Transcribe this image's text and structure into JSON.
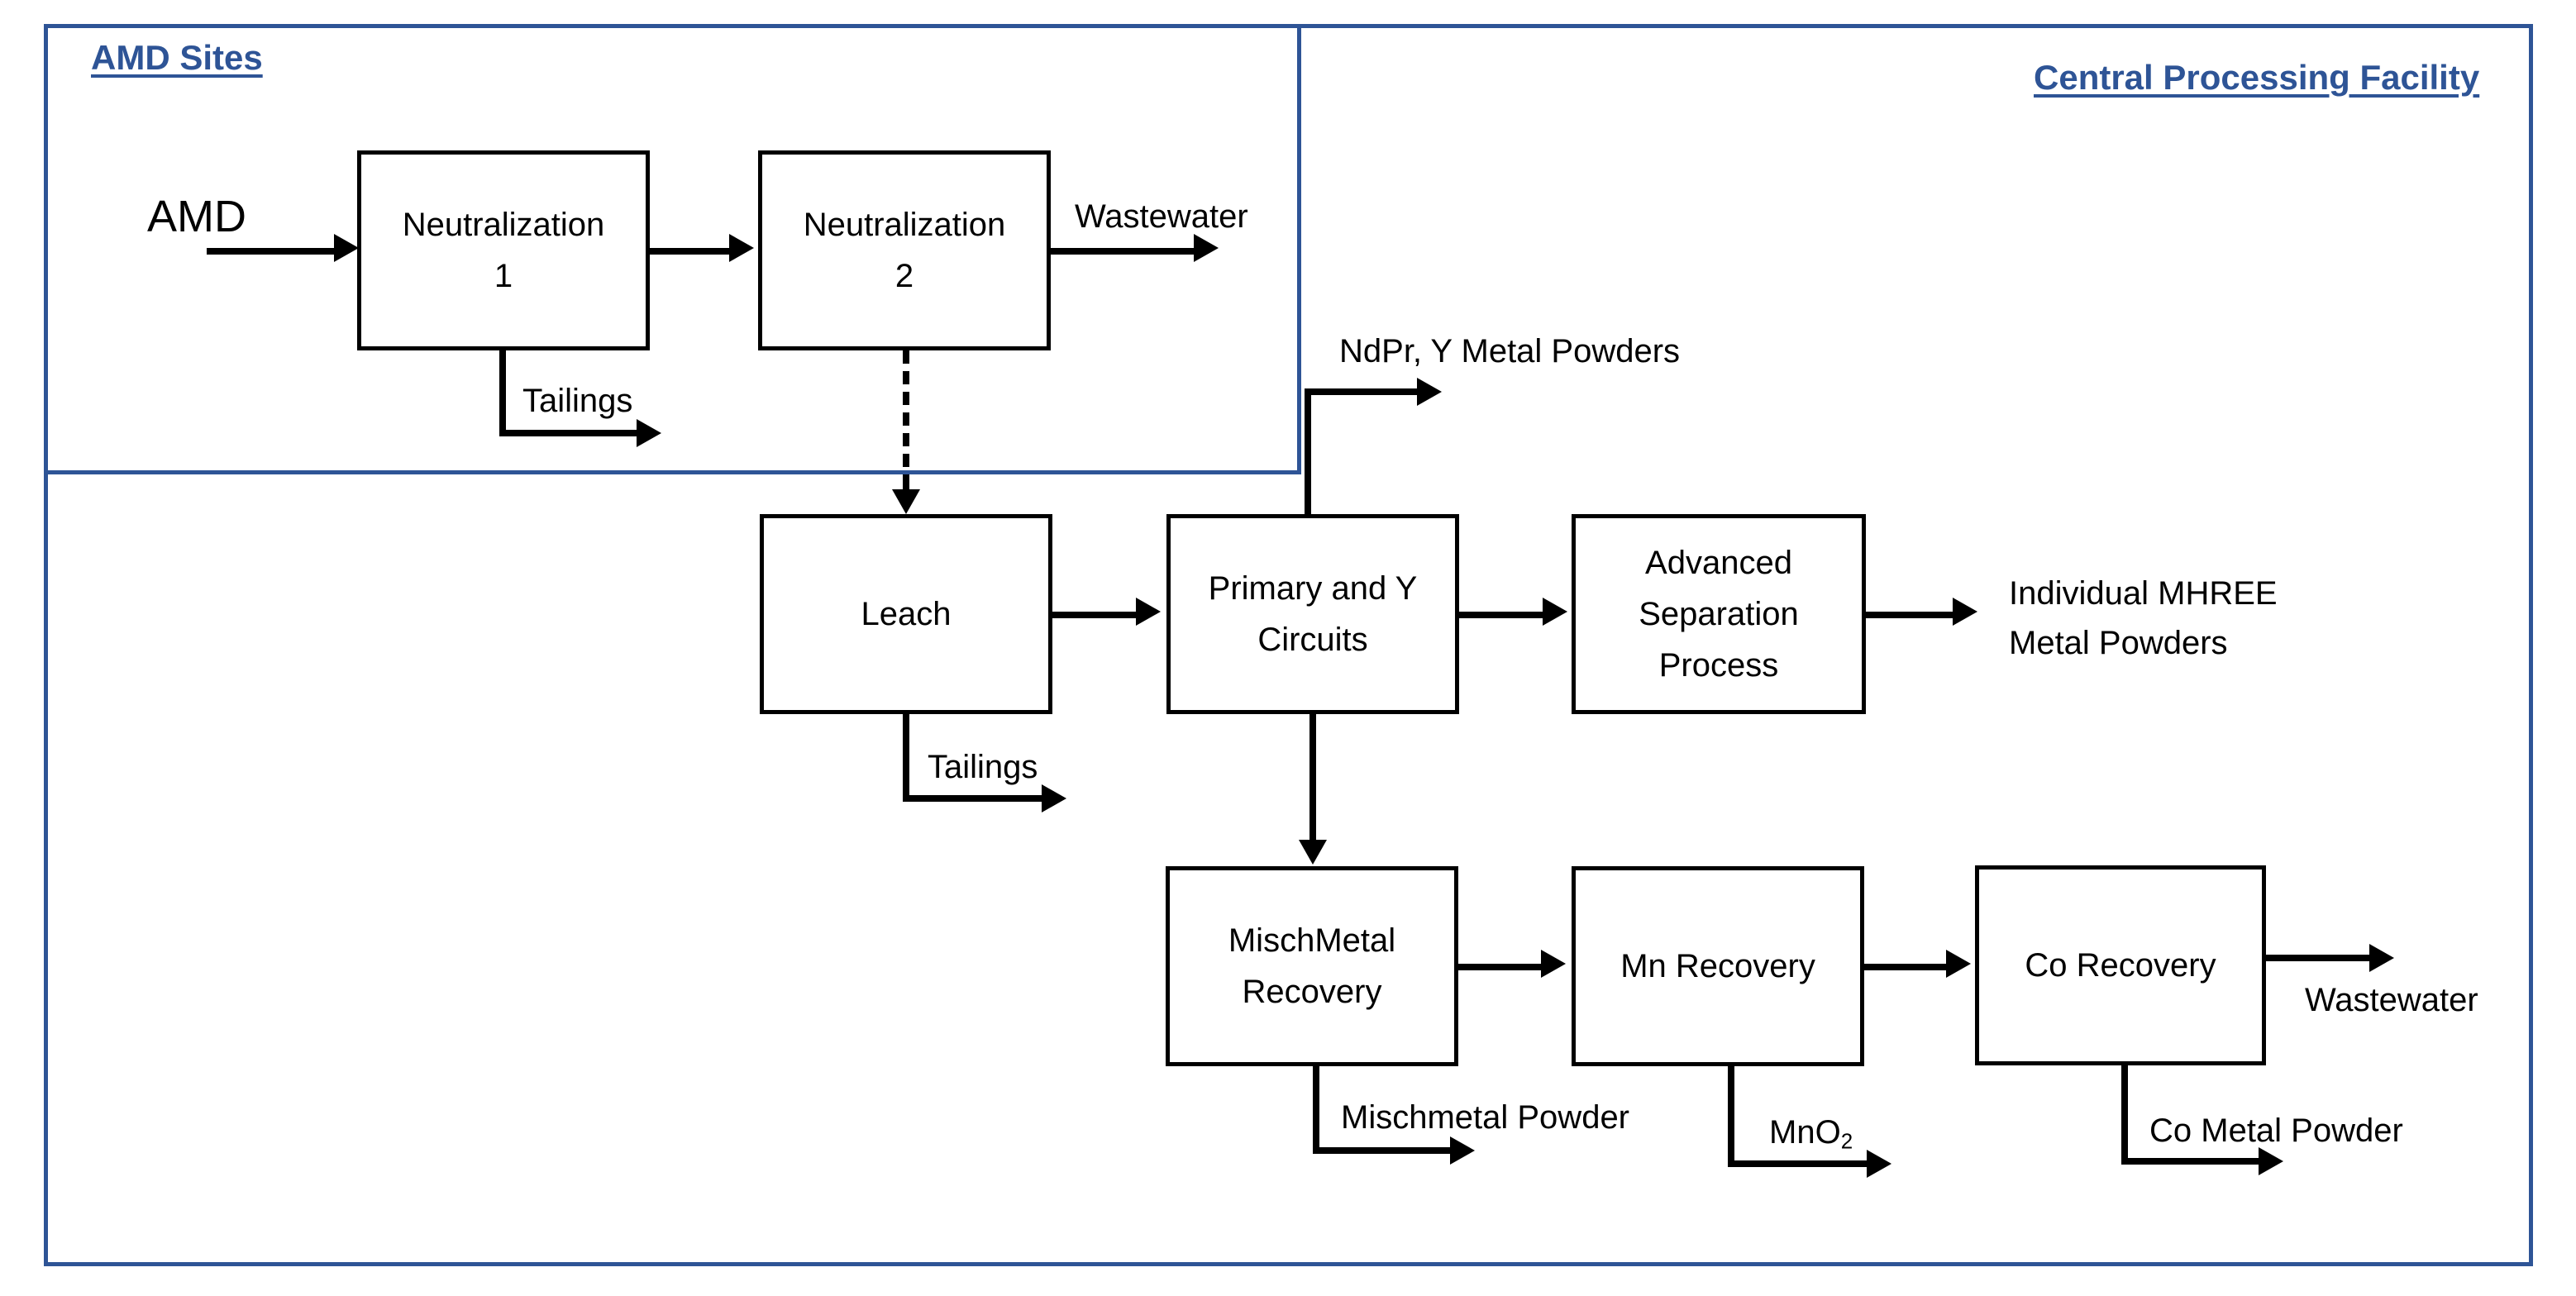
{
  "diagram": {
    "title_amd_sites": "AMD Sites",
    "title_central_facility": "Central Processing Facility",
    "accent_color": "#2e5496",
    "line_color": "#000000",
    "background_color": "#ffffff"
  },
  "boxes": {
    "neutralization_1": "Neutralization\n1",
    "neutralization_1_line1": "Neutralization",
    "neutralization_1_line2": "1",
    "neutralization_2_line1": "Neutralization",
    "neutralization_2_line2": "2",
    "leach": "Leach",
    "primary_y_circuits_line1": "Primary and Y",
    "primary_y_circuits_line2": "Circuits",
    "advanced_separation_line1": "Advanced",
    "advanced_separation_line2": "Separation",
    "advanced_separation_line3": "Process",
    "mischmetal_recovery_line1": "MischMetal",
    "mischmetal_recovery_line2": "Recovery",
    "mn_recovery": "Mn Recovery",
    "co_recovery": "Co Recovery"
  },
  "stream_labels": {
    "amd_feed": "AMD",
    "tailings_neutralization1": "Tailings",
    "wastewater_neutralization2": "Wastewater",
    "ndpr_y_metal_powders": "NdPr, Y Metal Powders",
    "tailings_leach": "Tailings",
    "individual_mhree_line1": "Individual MHREE",
    "individual_mhree_line2": "Metal Powders",
    "mischmetal_powder": "Mischmetal Powder",
    "mno2": "MnO",
    "mno2_subscript": "2",
    "co_metal_powder": "Co Metal Powder",
    "wastewater_co_recovery": "Wastewater"
  }
}
